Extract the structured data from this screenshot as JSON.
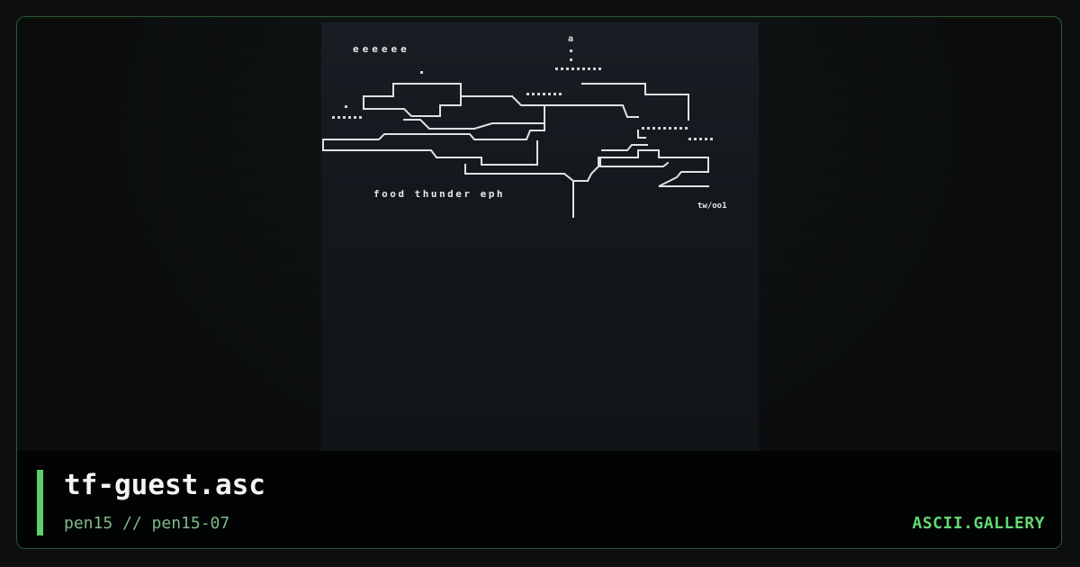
{
  "artwork": {
    "caption": "food thunder eph",
    "header_text": "eeeeee",
    "signature": "tw/oo1"
  },
  "footer": {
    "title": "tf-guest.asc",
    "subtitle": "pen15 // pen15-07",
    "brand": "ASCII.GALLERY"
  },
  "colors": {
    "accent": "#5cd06c",
    "border": "#2b5a35",
    "subtitle": "#7fb98a",
    "brand": "#63d873"
  }
}
